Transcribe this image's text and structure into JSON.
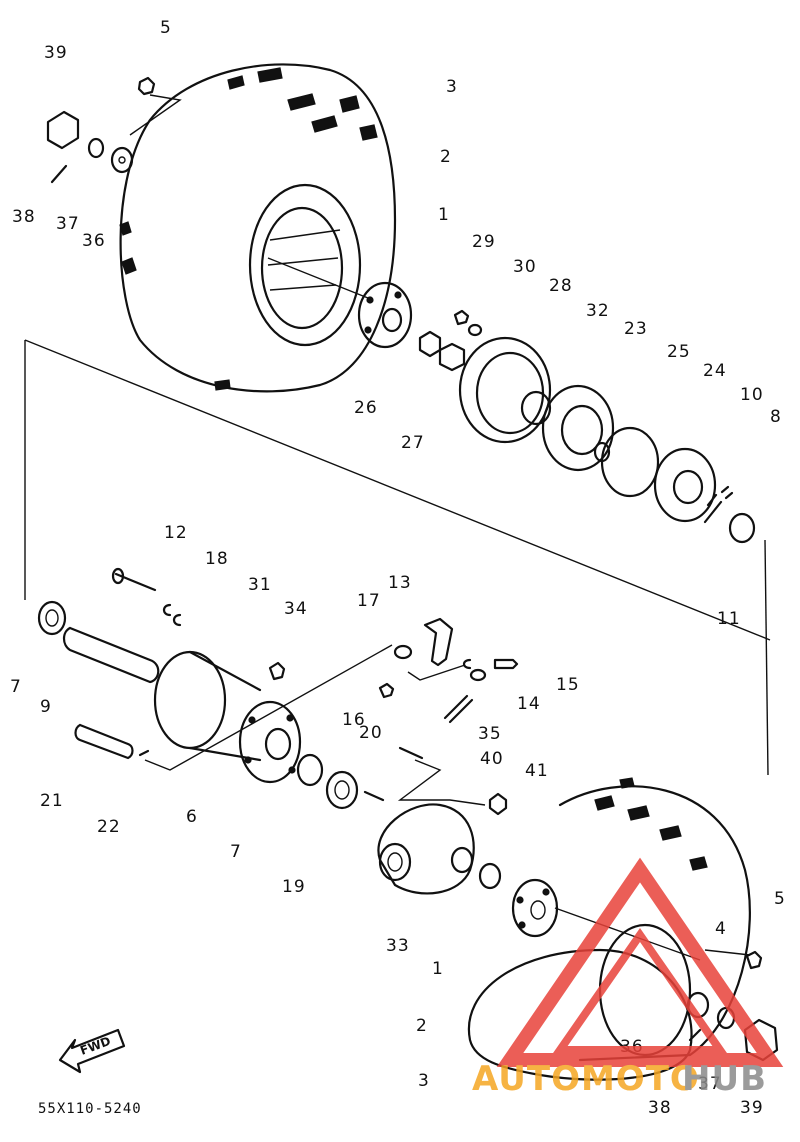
{
  "diagram_code": "55X110-5240",
  "fwd_label": "FWD",
  "watermark": {
    "prefix": "AUTOMOTO",
    "suffix": "HUB",
    "color_orange": "#F5A623",
    "color_grey": "#8A8A8A",
    "color_red": "#E8423A"
  },
  "callouts": [
    "1",
    "2",
    "3",
    "4",
    "5",
    "6",
    "7",
    "8",
    "9",
    "10",
    "11",
    "12",
    "13",
    "14",
    "15",
    "16",
    "17",
    "18",
    "19",
    "20",
    "21",
    "22",
    "23",
    "24",
    "25",
    "26",
    "27",
    "28",
    "29",
    "30",
    "31",
    "32",
    "33",
    "34",
    "35",
    "36",
    "37",
    "38",
    "39",
    "40",
    "41"
  ]
}
